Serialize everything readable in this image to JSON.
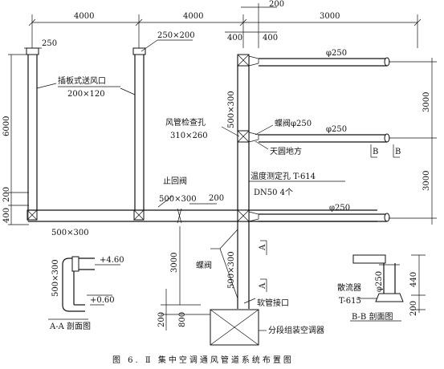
{
  "dimensions": {
    "top_4000_a": "4000",
    "top_4000_b": "4000",
    "top_3000": "3000",
    "top_200": "200",
    "top_400_a": "400",
    "top_400_b": "400",
    "left_6000": "6000",
    "left_200": "200",
    "left_400": "400",
    "right_3000_a": "3000",
    "right_3000_b": "3000",
    "mid_200": "200",
    "mid_3000": "3000",
    "bot_200": "200",
    "bot_800": "800",
    "main_500x300_a": "500×300",
    "main_500x300_b": "500×300",
    "main_500x300_c": "500×300",
    "branch_250x200": "250×200",
    "left_250": "250",
    "phi_250_a": "φ250",
    "phi_250_b": "φ250",
    "phi_250_c": "φ250",
    "phi_250_d": "φ250",
    "section_a_500x300": "500×300",
    "section_a_plus460": "+4.60",
    "section_a_plus060": "+0.60",
    "section_b_phi250": "φ250",
    "section_b_440": "440",
    "section_b_200": "200"
  },
  "labels": {
    "insert_plate_outlet": "插板式送风口",
    "insert_plate_size": "200×120",
    "inspection_hole": "风管检查孔",
    "inspection_size": "310×260",
    "butterfly_valve_phi": "蝶阀φ250",
    "round_square": "天圆地方",
    "check_valve": "止回阀",
    "check_valve_size": "500×300",
    "temp_hole": "温度测定孔 T-614",
    "temp_hole_spec": "DN50 4个",
    "butterfly_valve": "蝶阀",
    "soft_joint": "软管接口",
    "diffuser": "散流器",
    "diffuser_code": "T-615",
    "ahu": "分段组装空调器",
    "section_a_mark_1": "A",
    "section_a_mark_2": "A",
    "section_b_mark_1": "B",
    "section_b_mark_2": "B",
    "section_a_title": "A-A 剖面图",
    "section_b_title": "B-B 剖面图"
  },
  "caption": "图 6. Ⅱ   集中空调通风管道系统布置图"
}
